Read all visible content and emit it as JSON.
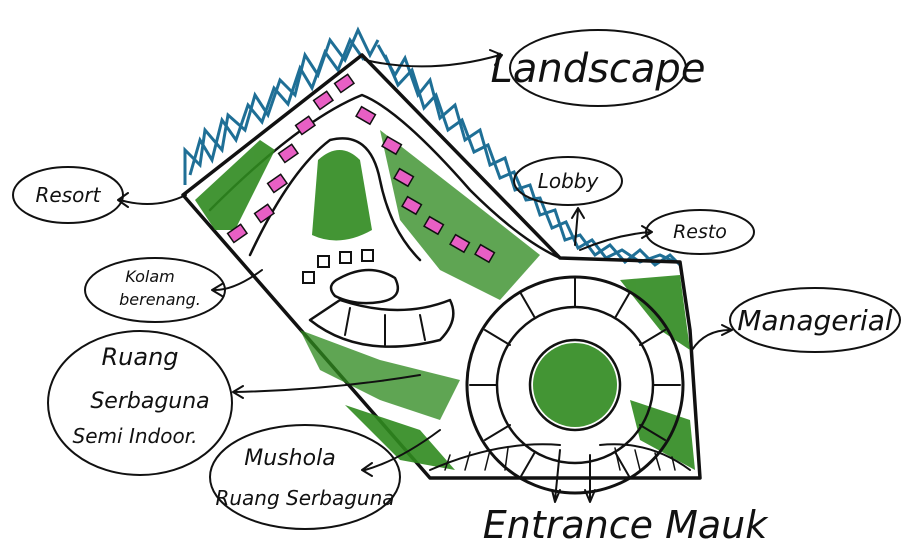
{
  "diagram": {
    "labels": {
      "landscape": "Landscape",
      "resort": "Resort",
      "lobby": "Lobby",
      "resto": "Resto",
      "kolam_line1": "Kolam",
      "kolam_line2": "berenang.",
      "managerial": "Managerial",
      "ruang_line1": "Ruang",
      "ruang_line2": "Serbaguna",
      "ruang_line3": "Semi Indoor.",
      "mushola_line1": "Mushola",
      "mushola_line2": "Ruang Serbaguna",
      "entrance": "Entrance Mauk"
    },
    "colors": {
      "ink": "#111111",
      "landscape_blue": "#1f6f96",
      "green": "#2f8a1f",
      "pink": "#e85fc4"
    }
  }
}
